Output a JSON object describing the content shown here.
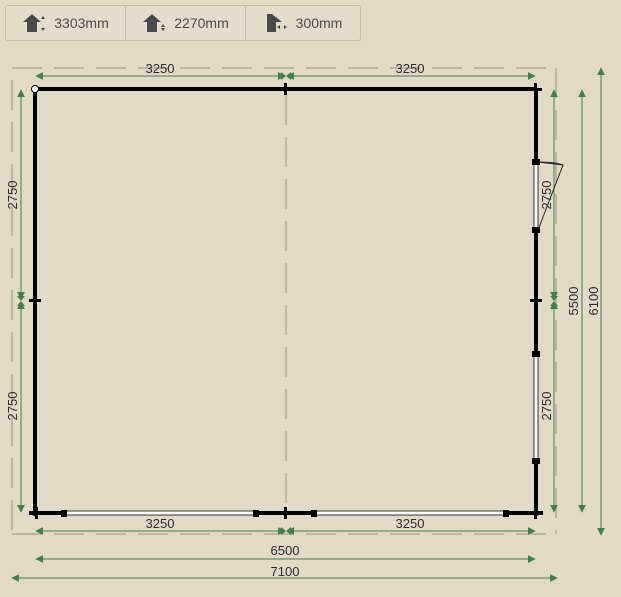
{
  "toolbar": {
    "items": [
      {
        "icon": "roof-height-max-icon",
        "value": "3303mm"
      },
      {
        "icon": "wall-height-icon",
        "value": "2270mm"
      },
      {
        "icon": "roof-overhang-icon",
        "value": "300mm"
      }
    ]
  },
  "colors": {
    "background": "#e2d9c7",
    "wall": "#000000",
    "dimension_line": "#3f7f52",
    "dashed_guide": "#b0a898",
    "text": "#2b2b2b"
  },
  "plan": {
    "top_dims": [
      "3250",
      "3250"
    ],
    "bottom_dims": [
      "3250",
      "3250"
    ],
    "left_dims": [
      "2750",
      "2750"
    ],
    "right_dims": [
      "2750",
      "2750"
    ],
    "total_width": "6500",
    "overall_width": "7100",
    "total_depth": "5500",
    "overall_depth": "6100"
  }
}
